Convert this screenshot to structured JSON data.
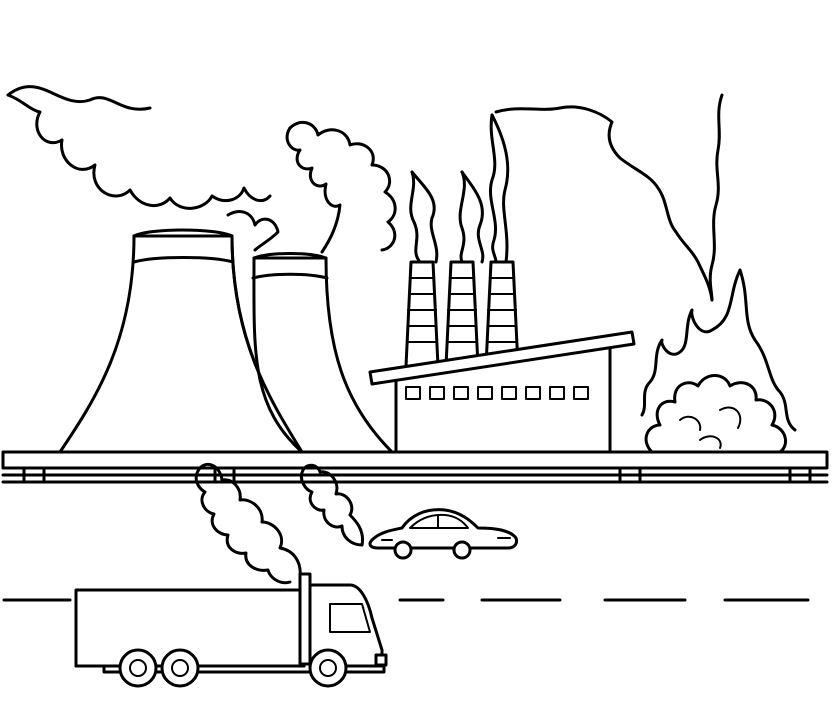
{
  "scene": {
    "description_visible_text": "",
    "colors": {
      "line": "#000000",
      "background": "#ffffff"
    },
    "objects": [
      "cooling-tower",
      "cooling-tower",
      "factory",
      "chimney",
      "chimney",
      "chimney",
      "fire",
      "smoke",
      "road",
      "car",
      "truck"
    ]
  }
}
